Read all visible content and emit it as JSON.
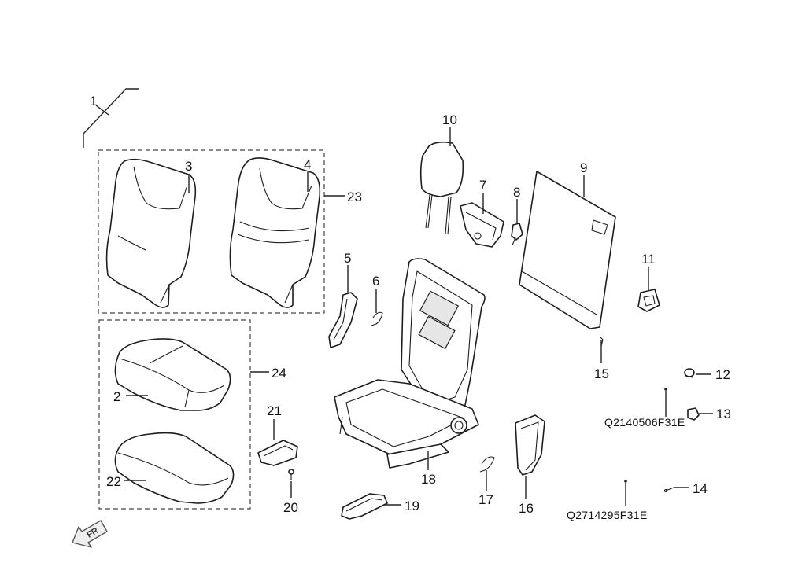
{
  "callouts": {
    "c1": "1",
    "c2": "2",
    "c3": "3",
    "c4": "4",
    "c5": "5",
    "c6": "6",
    "c7": "7",
    "c8": "8",
    "c9": "9",
    "c10": "10",
    "c11": "11",
    "c12": "12",
    "c13": "13",
    "c14": "14",
    "c15": "15",
    "c16": "16",
    "c17": "17",
    "c18": "18",
    "c19": "19",
    "c20": "20",
    "c21": "21",
    "c22": "22",
    "c23": "23",
    "c24": "24"
  },
  "part_numbers": {
    "upper": "Q2140506F31E",
    "lower": "Q2714295F31E"
  },
  "orientation": {
    "arrow_label": "FR",
    "arrow_icon": "front-direction-arrow-icon"
  }
}
